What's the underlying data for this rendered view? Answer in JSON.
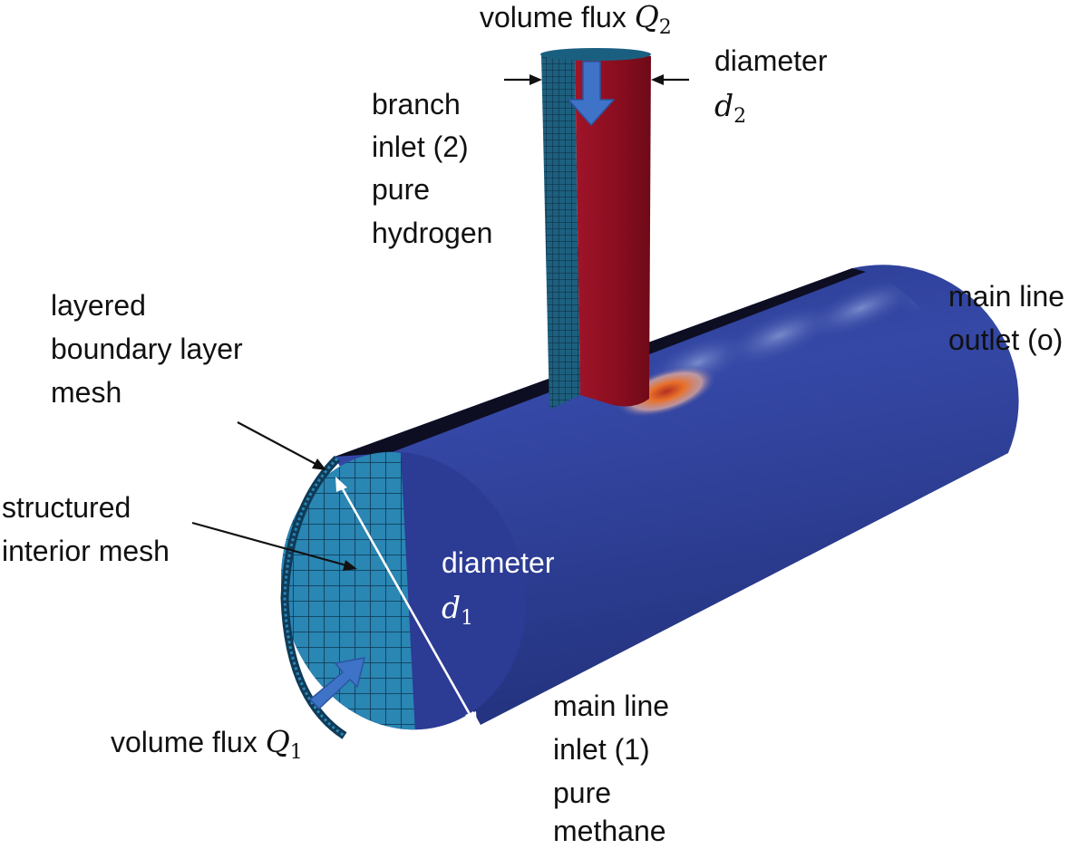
{
  "labels": {
    "top_flux": {
      "text": "volume flux ",
      "var": "Q",
      "sub": "2"
    },
    "top_diameter": {
      "text": "diameter",
      "var": "d",
      "sub": "2"
    },
    "branch_inlet": [
      "branch",
      "inlet (2)",
      "pure",
      "hydrogen"
    ],
    "outlet": [
      "main line",
      "outlet (o)"
    ],
    "boundary_mesh": [
      "layered",
      "boundary layer",
      "mesh"
    ],
    "interior_mesh": [
      "structured",
      "interior mesh"
    ],
    "main_diameter": {
      "text": "diameter",
      "var": "d",
      "sub": "1"
    },
    "bottom_flux": {
      "text": "volume flux ",
      "var": "Q",
      "sub": "1"
    },
    "main_inlet": [
      "main line",
      "inlet (1)",
      "pure",
      "methane"
    ]
  },
  "colors": {
    "main_pipe": "#2e3f9a",
    "main_pipe_dark": "#1f2a78",
    "branch_pipe": "#8e0f1e",
    "branch_mesh": "#1a5a78",
    "end_mesh": "#2a86b3",
    "arrow_fill": "#3f73c8",
    "hot_spot": "#e8702a",
    "annotation": "#111111"
  }
}
